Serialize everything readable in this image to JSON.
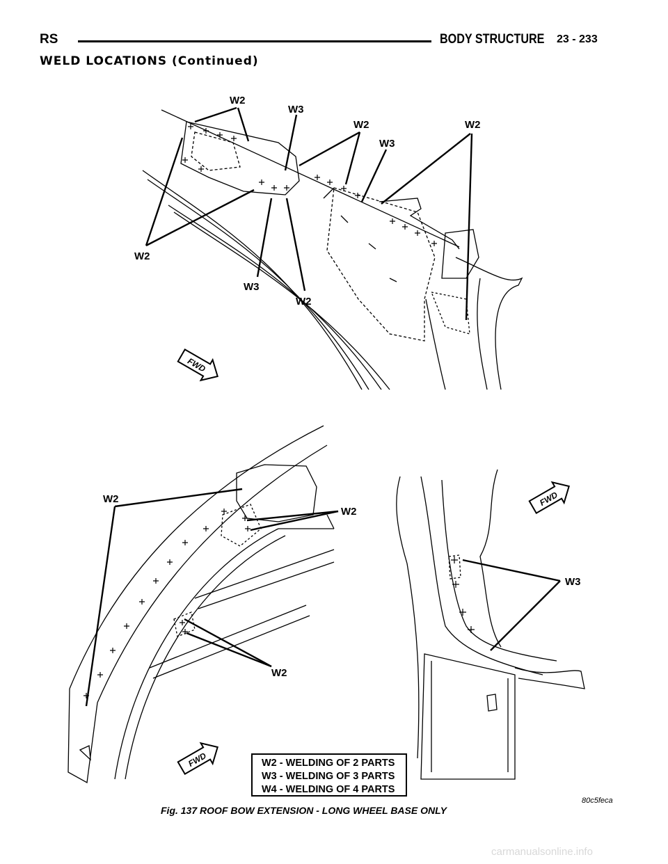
{
  "header": {
    "left": "RS",
    "title": "BODY STRUCTURE",
    "page": "23 - 233"
  },
  "section_title": "WELD LOCATIONS (Continued)",
  "callouts": {
    "top": [
      "W2",
      "W3",
      "W2",
      "W3",
      "W2",
      "W2",
      "W3",
      "W2"
    ],
    "bottom_left": [
      "W2",
      "W2",
      "W2"
    ],
    "bottom_right": [
      "W3"
    ]
  },
  "fwd_labels": [
    "FWD",
    "FWD",
    "FWD"
  ],
  "legend": {
    "lines": [
      "W2 - WELDING OF 2 PARTS",
      "W3 - WELDING OF 3 PARTS",
      "W4 - WELDING OF 4 PARTS"
    ]
  },
  "caption": "Fig. 137 ROOF BOW EXTENSION - LONG WHEEL BASE ONLY",
  "figure_id": "80c5feca",
  "watermark": "carmanualsonline.info"
}
